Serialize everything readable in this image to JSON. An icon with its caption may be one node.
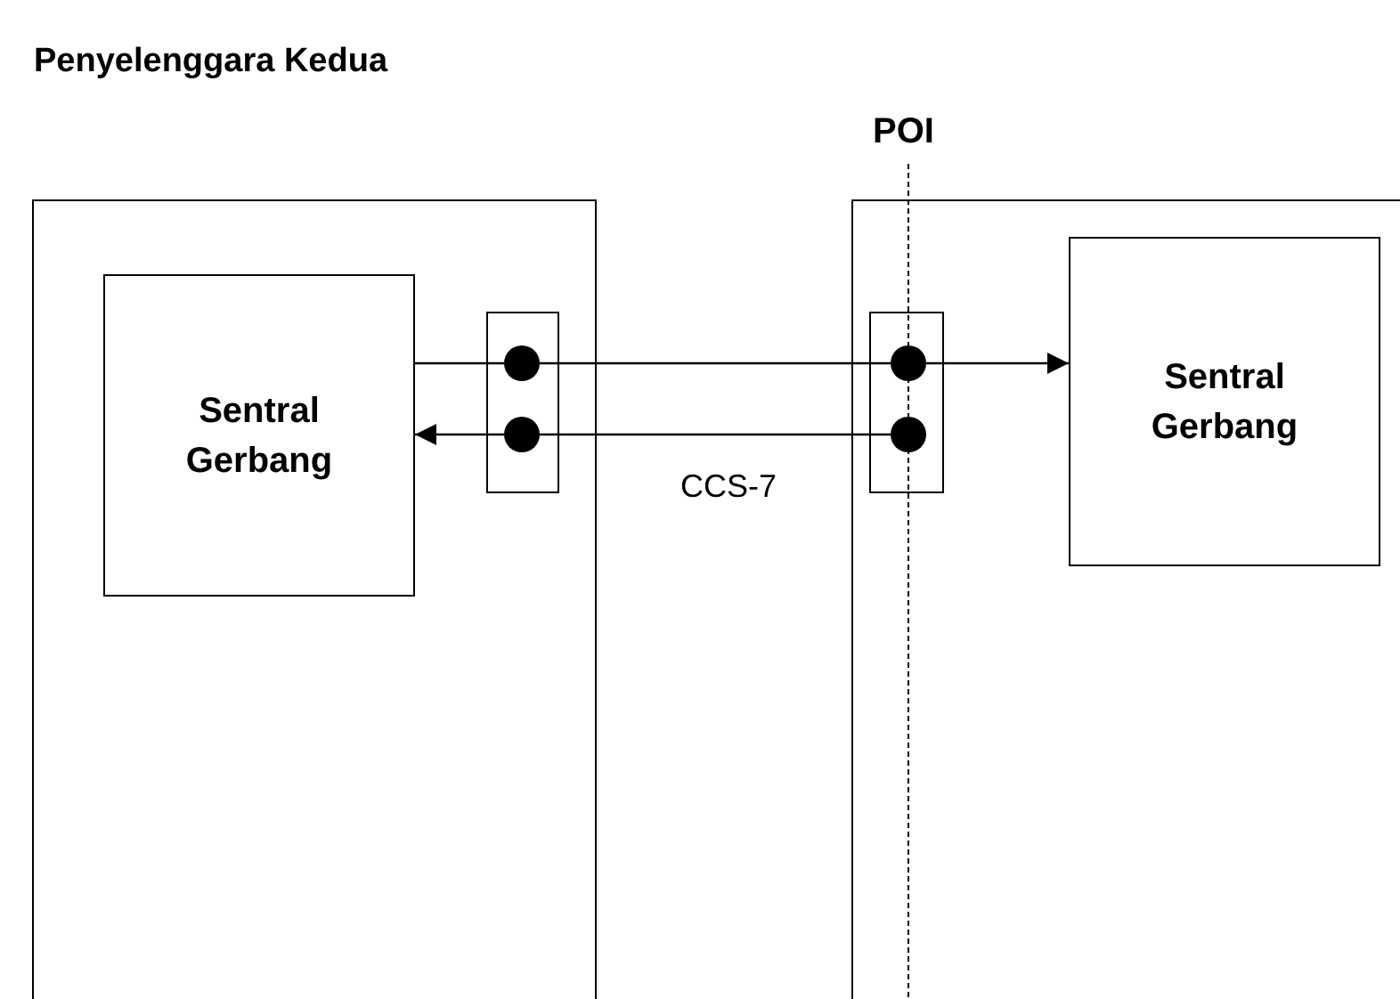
{
  "diagram": {
    "nodes": [
      {
        "text": [
          "Penyelenggara Kedua"
        ]
      },
      {
        "text": [
          "Sentral Gerbang"
        ],
        "in": 0
      },
      {
        "text": [],
        "shape": "box",
        "in": 0
      },
      {
        "text": [],
        "shape": "circle",
        "in": 2
      },
      {
        "text": [],
        "shape": "circle",
        "in": 2
      },
      {
        "text": [],
        "shape": "box"
      },
      {
        "text": [],
        "shape": "box",
        "in": 5
      },
      {
        "text": [],
        "shape": "circle",
        "in": 6
      },
      {
        "text": [],
        "shape": "circle",
        "in": 6
      },
      {
        "text": [
          "Sentral Gerbang"
        ],
        "in": 5
      }
    ],
    "edges": [
      {
        "from": 1,
        "to": 3,
        "arrow": "none"
      },
      {
        "from": 3,
        "to": 7,
        "arrow": "none"
      },
      {
        "from": 7,
        "to": 9,
        "arrow": "to"
      },
      {
        "from": 8,
        "to": 4,
        "arrow": "none"
      },
      {
        "from": 4,
        "to": 1,
        "arrow": "to"
      }
    ],
    "labels": [
      "POI",
      "CCS-7"
    ]
  }
}
